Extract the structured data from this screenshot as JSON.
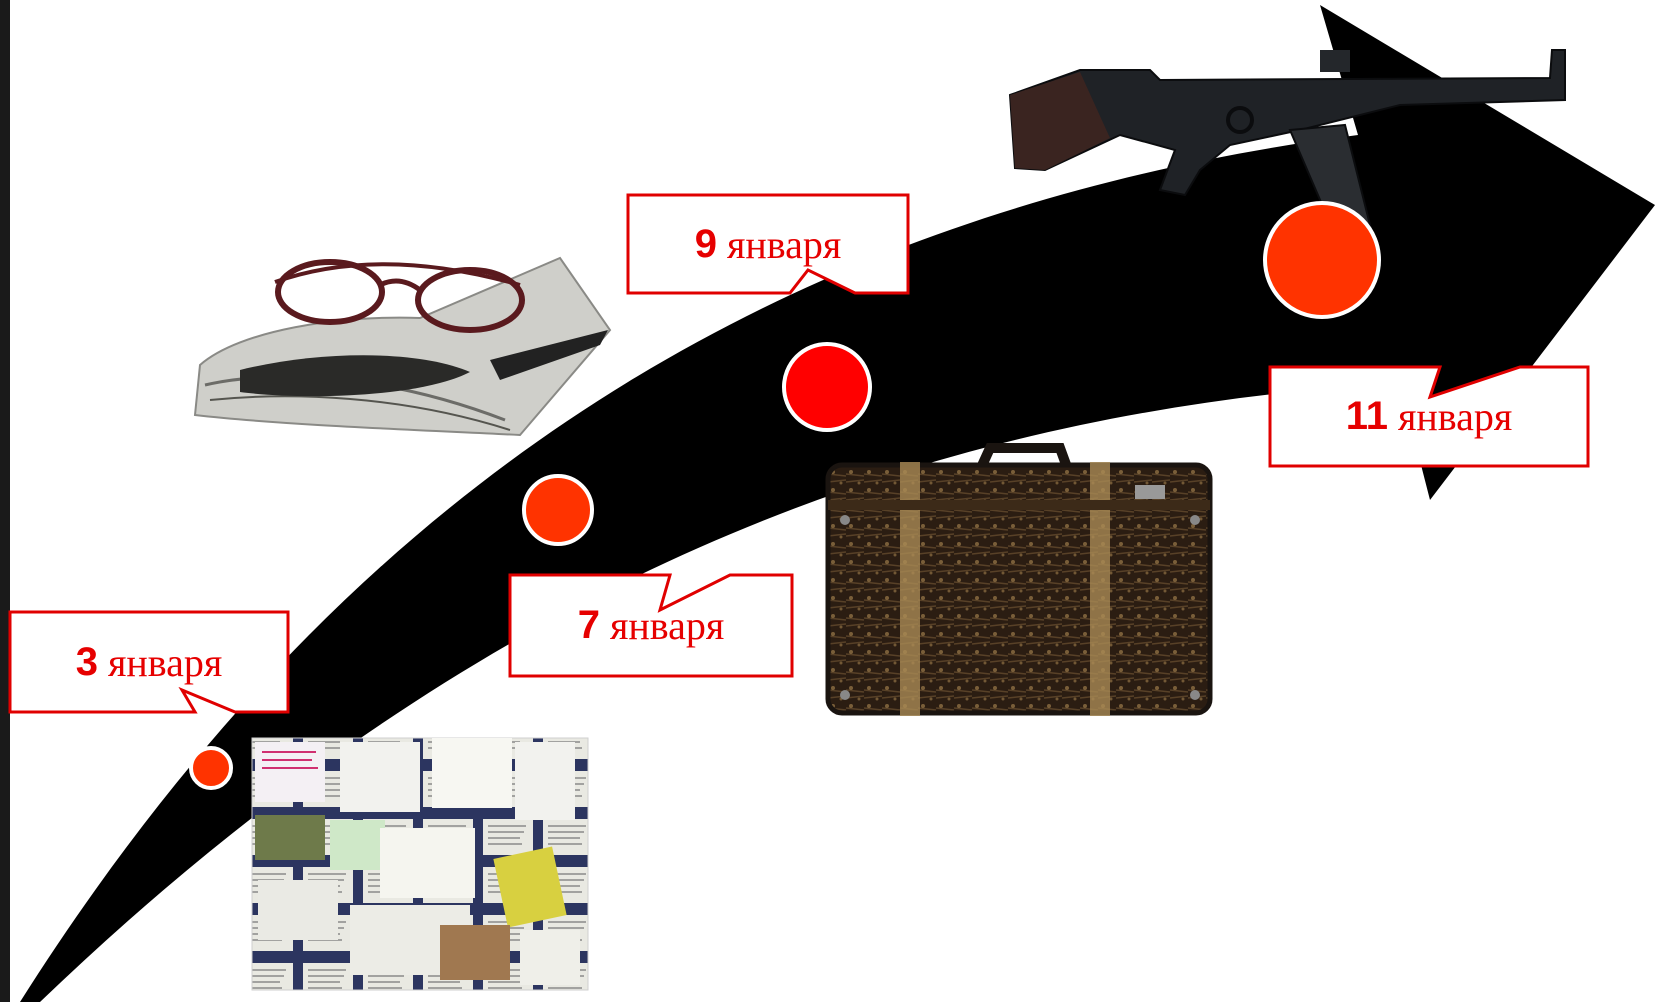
{
  "timeline": {
    "events": [
      {
        "day": "3",
        "month": "января",
        "item": "notice-board"
      },
      {
        "day": "7",
        "month": "января",
        "item": "newspaper-with-glasses"
      },
      {
        "day": "9",
        "month": "января",
        "item": "suitcase"
      },
      {
        "day": "11",
        "month": "января",
        "item": "rifle"
      }
    ]
  },
  "colors": {
    "arrow": "#000000",
    "marker": "#ff3300",
    "callout_border": "#e00000",
    "label_text": "#e60000",
    "background": "#ffffff"
  }
}
